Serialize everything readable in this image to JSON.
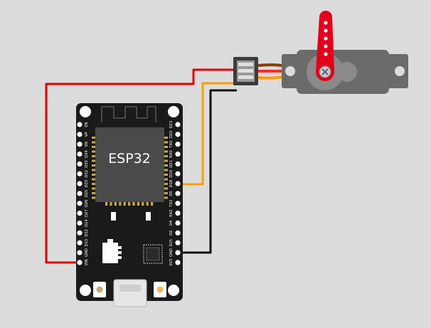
{
  "board": {
    "name": "ESP32",
    "left_pins": [
      "EN",
      "VP",
      "VN",
      "D34",
      "D35",
      "D32",
      "D33",
      "D25",
      "D26",
      "D27",
      "D14",
      "D12",
      "D13",
      "GND",
      "VIN"
    ],
    "right_pins": [
      "D23",
      "D22",
      "TX0",
      "RX0",
      "D21",
      "D19",
      "D18",
      "D5",
      "TX2",
      "RX2",
      "D4",
      "D2",
      "D15",
      "GND",
      "3V3"
    ]
  },
  "colors": {
    "background": "#dcdcdc",
    "board": "#1a1a1a",
    "chip": "#4a4a4a",
    "wire_power": "#e00000",
    "wire_signal": "#f5a000",
    "wire_ground": "#111111",
    "servo_body": "#6b6b6b",
    "servo_horn": "#e3001b"
  },
  "servo": {
    "connector_pins": [
      "signal",
      "power",
      "ground"
    ]
  }
}
